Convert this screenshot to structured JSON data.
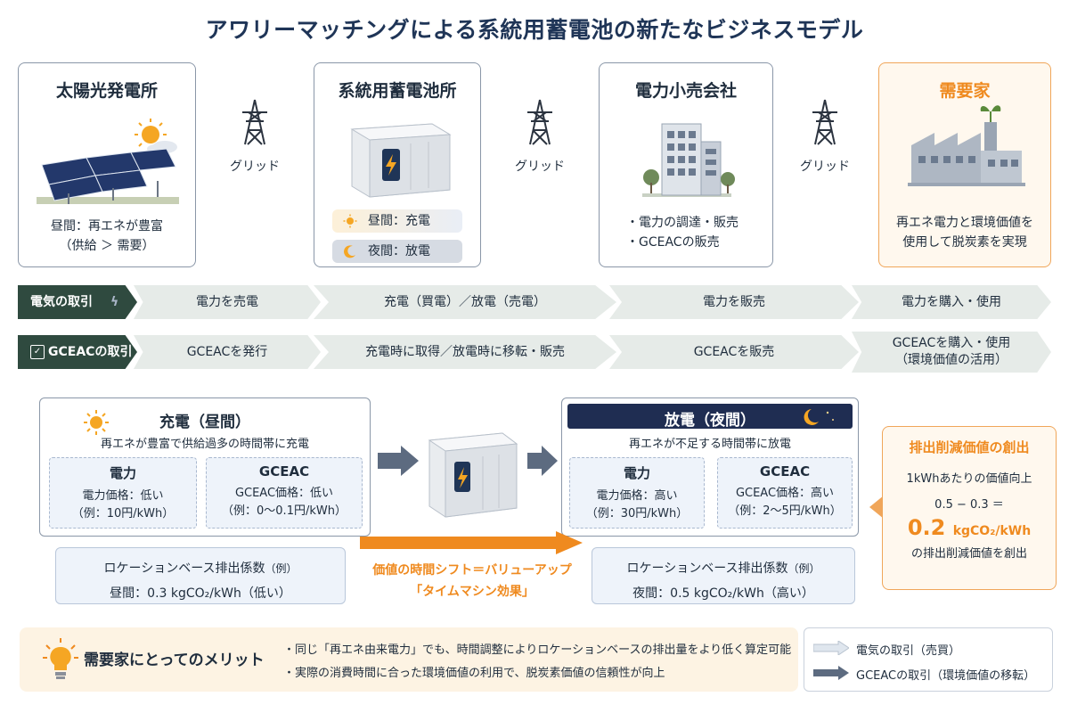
{
  "title": "アワリーマッチングによる系統用蓄電池の新たなビジネスモデル",
  "cards": {
    "solar": {
      "title": "太陽光発電所",
      "line1": "昼間：再エネが豊富",
      "line2": "（供給 ＞ 需要）"
    },
    "battery": {
      "title": "系統用蓄電池所",
      "day": "昼間：充電",
      "night": "夜間：放電"
    },
    "retail": {
      "title": "電力小売会社",
      "item1": "・電力の調達・販売",
      "item2": "・GCEACの販売"
    },
    "consumer": {
      "title": "需要家",
      "line1": "再エネ電力と環境価値を",
      "line2": "使用して脱炭素を実現"
    }
  },
  "grid_label": "グリッド",
  "rows": {
    "electricity": {
      "head": "電気の取引",
      "s1": "電力を売電",
      "s2": "充電（買電）／放電（売電）",
      "s3": "電力を販売",
      "s4": "電力を購入・使用"
    },
    "gceac": {
      "head": "GCEACの取引",
      "s1": "GCEACを発行",
      "s2": "充電時に取得／放電時に移転・販売",
      "s3": "GCEACを販売",
      "s4a": "GCEACを購入・使用",
      "s4b": "（環境価値の活用）"
    }
  },
  "charge": {
    "title": "充電（昼間）",
    "sub": "再エネが豊富で供給過多の時間帯に充電",
    "power": {
      "h": "電力",
      "t1": "電力価格：低い",
      "t2": "（例：10円/kWh）"
    },
    "gceac": {
      "h": "GCEAC",
      "t1": "GCEAC価格：低い",
      "t2": "（例：0〜0.1円/kWh）"
    },
    "emission": {
      "a": "ロケーションベース排出係数",
      "a_suffix": "（例）",
      "b": "昼間：0.3 kgCO₂/kWh（低い）"
    }
  },
  "discharge": {
    "title": "放電（夜間）",
    "sub": "再エネが不足する時間帯に放電",
    "power": {
      "h": "電力",
      "t1": "電力価格：高い",
      "t2": "（例：30円/kWh）"
    },
    "gceac": {
      "h": "GCEAC",
      "t1": "GCEAC価格：高い",
      "t2": "（例：2〜5円/kWh）"
    },
    "emission": {
      "a": "ロケーションベース排出係数",
      "a_suffix": "（例）",
      "b": "夜間：0.5 kgCO₂/kWh（高い）"
    }
  },
  "shift": {
    "line1": "価値の時間シフト＝バリューアップ",
    "line2": "「タイムマシン効果」"
  },
  "value": {
    "title": "排出削減価値の創出",
    "line1": "1kWhあたりの価値向上",
    "formula": "0.5 − 0.3 ＝",
    "amount": "0.2",
    "unit": "kgCO₂/kWh",
    "line2": "の排出削減価値を創出"
  },
  "merit": {
    "title": "需要家にとってのメリット",
    "item1": "・同じ「再エネ由来電力」でも、時間調整によりロケーションベースの排出量をより低く算定可能",
    "item2": "・実際の消費時間に合った環境価値の利用で、脱炭素価値の信頼性が向上"
  },
  "legend": {
    "electricity": "電気の取引（売買）",
    "gceac": "GCEACの取引（環境価値の移転）"
  },
  "colors": {
    "navy": "#1f3557",
    "orange": "#ef8a1f",
    "green": "#2f4a3f",
    "arrow_gray": "#5d6b80"
  },
  "icons": [
    "sun-icon",
    "solar-panel-icon",
    "transmission-tower-icon",
    "battery-container-icon",
    "office-building-icon",
    "factory-icon",
    "moon-icon",
    "lightning-icon",
    "certificate-icon",
    "lightbulb-icon"
  ]
}
